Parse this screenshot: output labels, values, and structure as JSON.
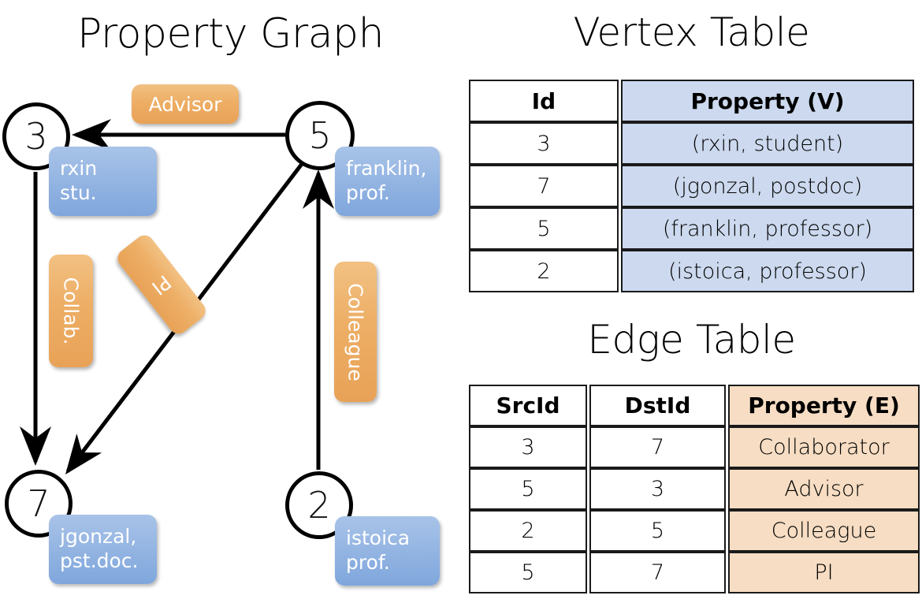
{
  "titles": {
    "property_graph": "Property Graph",
    "vertex_table": "Vertex Table",
    "edge_table": "Edge Table"
  },
  "graph": {
    "nodes": [
      {
        "id": "3",
        "property": "rxin\nstu."
      },
      {
        "id": "5",
        "property": "franklin,\nprof."
      },
      {
        "id": "7",
        "property": "jgonzal,\npst.doc."
      },
      {
        "id": "2",
        "property": "istoica\nprof."
      }
    ],
    "node_labels": {
      "n3": "3",
      "n5": "5",
      "n7": "7",
      "n2": "2"
    },
    "node_props": {
      "n3_line1": "rxin",
      "n3_line2": "stu.",
      "n5_line1": "franklin,",
      "n5_line2": "prof.",
      "n7_line1": "jgonzal,",
      "n7_line2": "pst.doc.",
      "n2_line1": "istoica",
      "n2_line2": "prof."
    },
    "edge_labels": {
      "advisor": "Advisor",
      "collab": "Collab.",
      "pi": "PI",
      "colleague": "Colleague"
    },
    "edges": [
      {
        "from": "5",
        "to": "3",
        "label": "Advisor"
      },
      {
        "from": "3",
        "to": "7",
        "label": "Collab."
      },
      {
        "from": "5",
        "to": "7",
        "label": "PI"
      },
      {
        "from": "2",
        "to": "5",
        "label": "Colleague"
      }
    ]
  },
  "vertex_table": {
    "headers": [
      "Id",
      "Property (V)"
    ],
    "rows": [
      {
        "id": "3",
        "property": "(rxin, student)"
      },
      {
        "id": "7",
        "property": "(jgonzal, postdoc)"
      },
      {
        "id": "5",
        "property": "(franklin, professor)"
      },
      {
        "id": "2",
        "property": "(istoica, professor)"
      }
    ]
  },
  "edge_table": {
    "headers": [
      "SrcId",
      "DstId",
      "Property (E)"
    ],
    "rows": [
      {
        "src": "3",
        "dst": "7",
        "property": "Collaborator"
      },
      {
        "src": "5",
        "dst": "3",
        "property": "Advisor"
      },
      {
        "src": "2",
        "dst": "5",
        "property": "Colleague"
      },
      {
        "src": "5",
        "dst": "7",
        "property": "PI"
      }
    ]
  },
  "colors": {
    "vertex_property_fill": "#ccd9ee",
    "edge_property_fill": "#f6ddc3",
    "node_box_blue": "#7fa6dc",
    "edge_label_orange": "#e8a257",
    "stroke": "#000000",
    "background": "#ffffff"
  }
}
